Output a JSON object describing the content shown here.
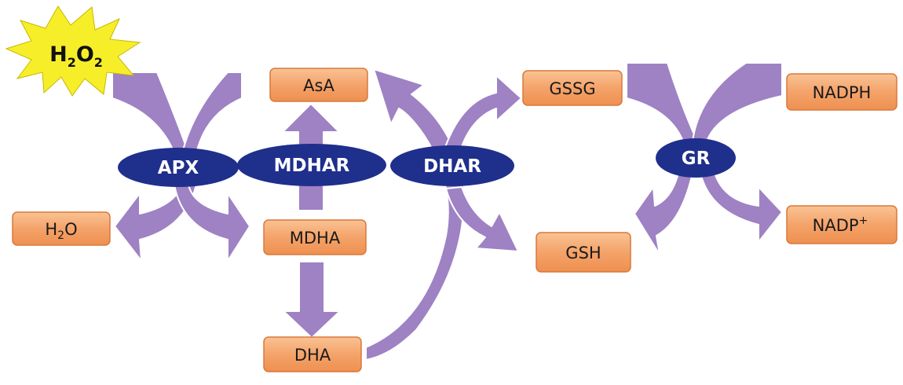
{
  "colors": {
    "arrow_fill": "#9e82c4",
    "arrow_stroke": "#ffffff",
    "box_fill": "#f4a36a",
    "box_stroke": "#d9783a",
    "enzyme_fill": "#1f2f8c",
    "burst_fill": "#f7ee2a"
  },
  "burst": {
    "main": "H",
    "sub1": "2",
    "mid": "O",
    "sub2": "2"
  },
  "enzymes": {
    "apx": "APX",
    "mdhar": "MDHAR",
    "dhar": "DHAR",
    "gr": "GR"
  },
  "metabolites": {
    "asa": "AsA",
    "h2o_main": "H",
    "h2o_sub": "2",
    "h2o_end": "O",
    "mdha": "MDHA",
    "dha": "DHA",
    "gssg": "GSSG",
    "gsh": "GSH",
    "nadph": "NADPH",
    "nadp_main": "NADP",
    "nadp_sup": "+"
  }
}
